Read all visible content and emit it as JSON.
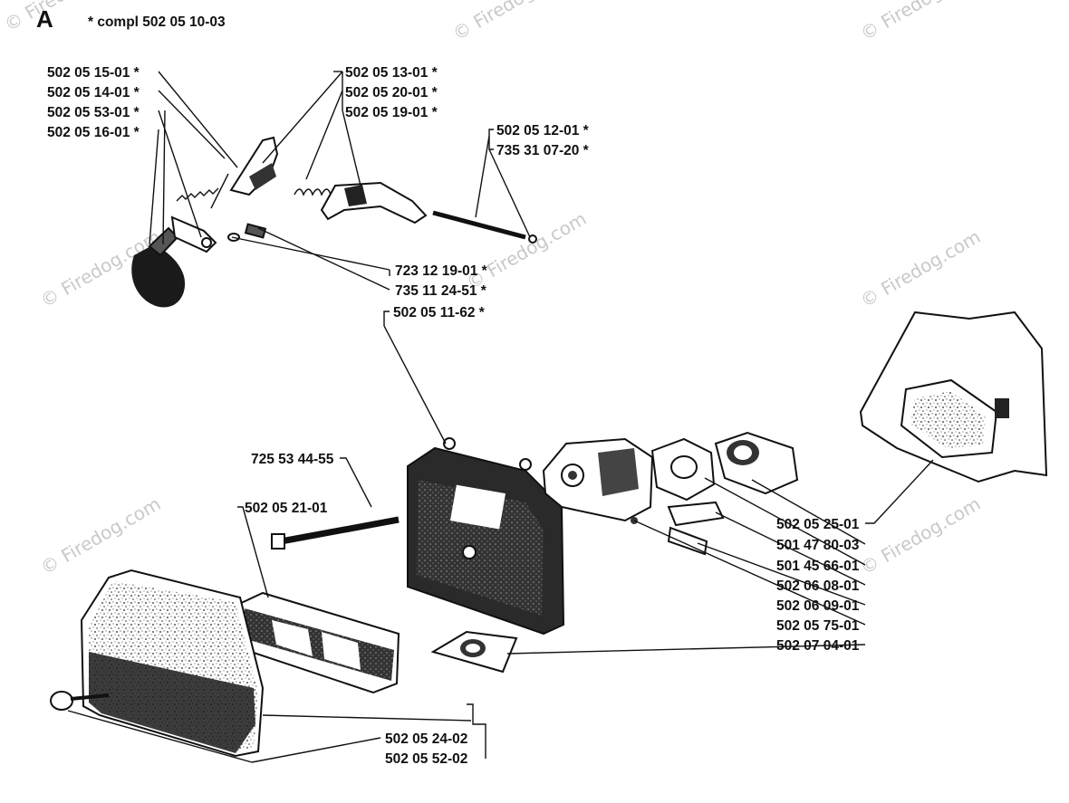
{
  "section": {
    "letter": "A",
    "note": "*  compl 502 05 10-03"
  },
  "watermark": "© Firedog.com",
  "labels": [
    {
      "id": "l1",
      "text": "502 05 15-01  *"
    },
    {
      "id": "l2",
      "text": "502 05 14-01  *"
    },
    {
      "id": "l3",
      "text": "502 05 53-01  *"
    },
    {
      "id": "l4",
      "text": "502 05 16-01  *"
    },
    {
      "id": "l5",
      "text": "502 05 13-01  *"
    },
    {
      "id": "l6",
      "text": "502 05 20-01  *"
    },
    {
      "id": "l7",
      "text": "502 05 19-01  *"
    },
    {
      "id": "l8",
      "text": "502 05 12-01  *"
    },
    {
      "id": "l9",
      "text": "735 31 07-20  *"
    },
    {
      "id": "l10",
      "text": "723 12 19-01  *"
    },
    {
      "id": "l11",
      "text": "735 11 24-51  *"
    },
    {
      "id": "l12",
      "text": "502 05 11-62  *"
    },
    {
      "id": "l13",
      "text": "725 53 44-55"
    },
    {
      "id": "l14",
      "text": "502 05 21-01"
    },
    {
      "id": "l15",
      "text": "502 05 25-01"
    },
    {
      "id": "l16",
      "text": "501 47 80-03"
    },
    {
      "id": "l17",
      "text": "501 45 66-01"
    },
    {
      "id": "l18",
      "text": "502 06 08-01"
    },
    {
      "id": "l19",
      "text": "502 06 09-01"
    },
    {
      "id": "l20",
      "text": "502 05 75-01"
    },
    {
      "id": "l21",
      "text": "502 07 04-01"
    },
    {
      "id": "l22",
      "text": "502 05 24-02"
    },
    {
      "id": "l23",
      "text": "502 05 52-02"
    }
  ]
}
